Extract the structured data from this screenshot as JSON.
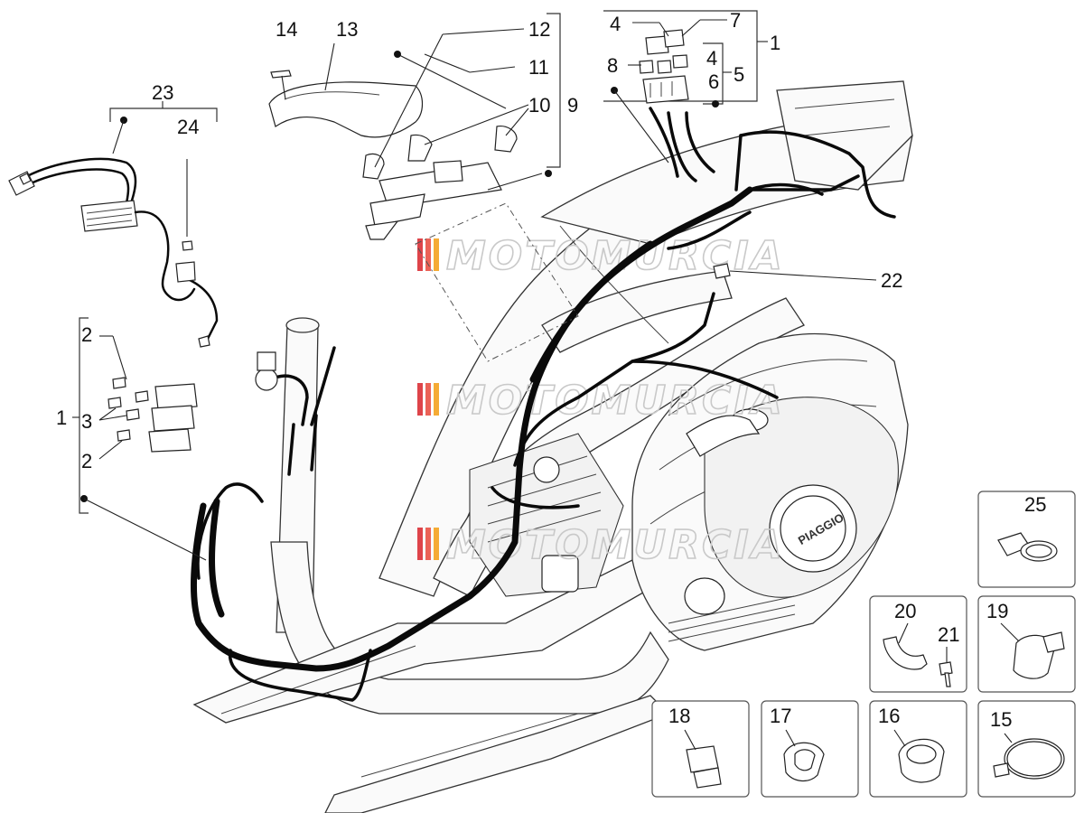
{
  "diagram": {
    "watermark_text": "MOTOMURCIA",
    "brand_on_engine": "PIAGGIO",
    "callouts": {
      "c1_top": "1",
      "c1_left": "1",
      "c2_a": "2",
      "c2_b": "2",
      "c3": "3",
      "c4_a": "4",
      "c4_b": "4",
      "c5": "5",
      "c6": "6",
      "c7": "7",
      "c8": "8",
      "c9": "9",
      "c10": "10",
      "c11": "11",
      "c12": "12",
      "c13": "13",
      "c14": "14",
      "c15": "15",
      "c16": "16",
      "c17": "17",
      "c18": "18",
      "c19": "19",
      "c20": "20",
      "c21": "21",
      "c22": "22",
      "c23": "23",
      "c24": "24",
      "c25": "25"
    },
    "colors": {
      "watermark_red": "#d8232a",
      "watermark_orange": "#f39c12",
      "watermark_grey": "#c9c9c9",
      "harness": "#0a0a0a",
      "line": "#222222"
    }
  }
}
